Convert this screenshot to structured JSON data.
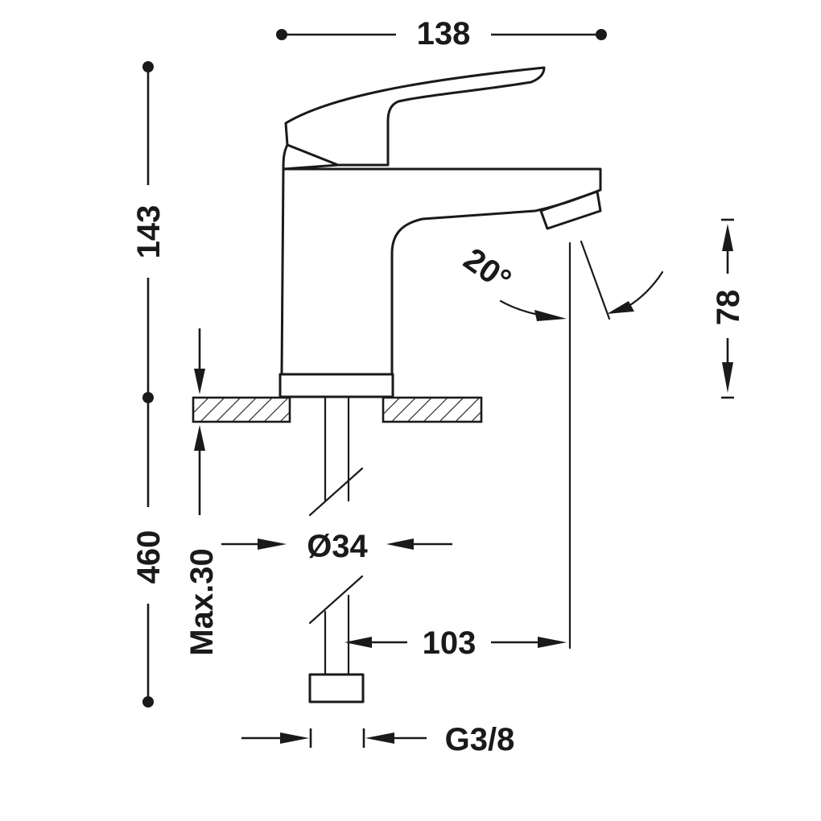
{
  "dimensions": {
    "width_top": "138",
    "height_tap": "143",
    "height_hose": "460",
    "max_thickness": "Max.30",
    "hole_diameter": "Ø34",
    "spout_reach": "103",
    "spout_height": "78",
    "spout_angle": "20°",
    "connection_thread": "G3/8"
  },
  "colors": {
    "line": "#1a1a1a",
    "background": "#ffffff"
  }
}
